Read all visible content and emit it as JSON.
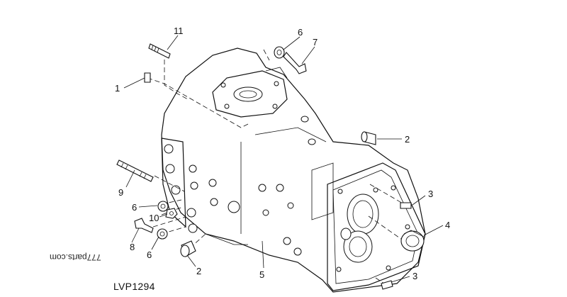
{
  "diagram": {
    "caption": "LVP1294",
    "watermark": "777parts.com",
    "callouts": [
      {
        "id": "c11",
        "label": "11"
      },
      {
        "id": "c6a",
        "label": "6"
      },
      {
        "id": "c7",
        "label": "7"
      },
      {
        "id": "c1",
        "label": "1"
      },
      {
        "id": "c2a",
        "label": "2"
      },
      {
        "id": "c9",
        "label": "9"
      },
      {
        "id": "c3a",
        "label": "3"
      },
      {
        "id": "c4",
        "label": "4"
      },
      {
        "id": "c6b",
        "label": "6"
      },
      {
        "id": "c10",
        "label": "10"
      },
      {
        "id": "c8",
        "label": "8"
      },
      {
        "id": "c6c",
        "label": "6"
      },
      {
        "id": "c2b",
        "label": "2"
      },
      {
        "id": "c5",
        "label": "5"
      },
      {
        "id": "c3b",
        "label": "3"
      }
    ]
  }
}
